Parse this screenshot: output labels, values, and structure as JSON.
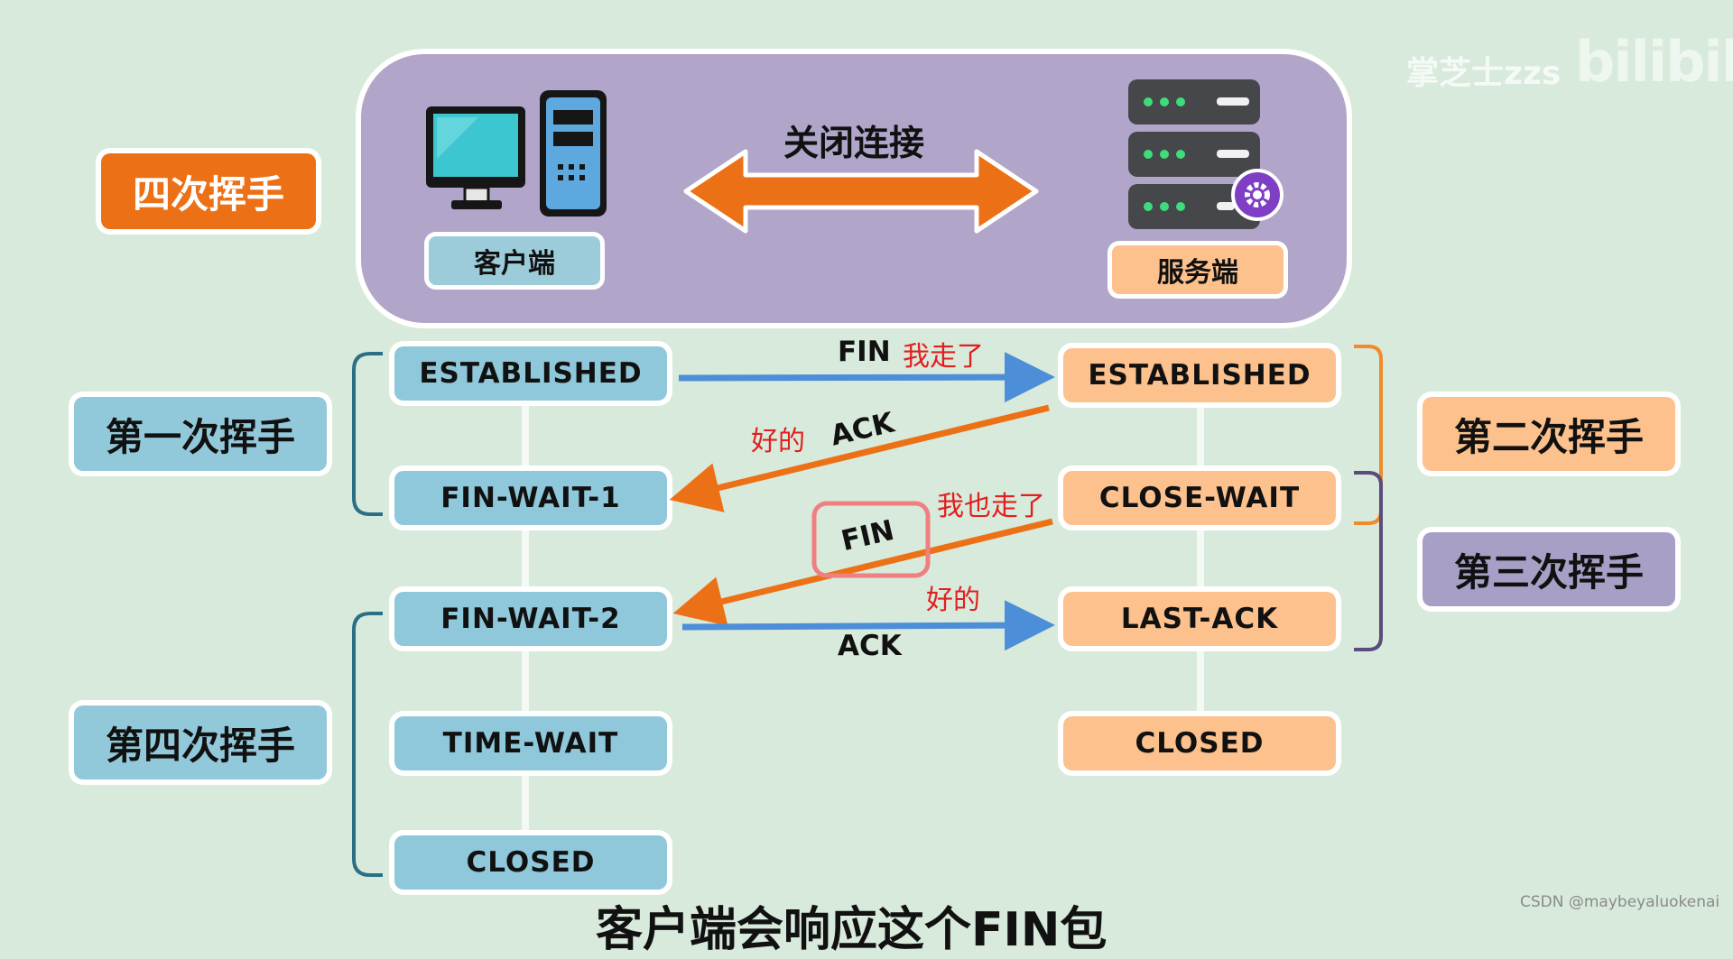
{
  "header": {
    "four_handshake": "四次挥手",
    "close_connection": "关闭连接",
    "client": "客户端",
    "server": "服务端"
  },
  "client_states": [
    "ESTABLISHED",
    "FIN-WAIT-1",
    "FIN-WAIT-2",
    "TIME-WAIT",
    "CLOSED"
  ],
  "server_states": [
    "ESTABLISHED",
    "CLOSE-WAIT",
    "LAST-ACK",
    "CLOSED"
  ],
  "handshakes": {
    "first": "第一次挥手",
    "second": "第二次挥手",
    "third": "第三次挥手",
    "fourth": "第四次挥手"
  },
  "messages": {
    "fin1_label": "FIN",
    "fin1_note": "我走了",
    "ack1_note": "好的",
    "ack1_label": "ACK",
    "fin2_note": "我也走了",
    "fin2_label": "FIN",
    "ack2_note": "好的",
    "ack2_label": "ACK"
  },
  "watermarks": {
    "author": "掌芝士zzs",
    "site": "bilibili",
    "csdn": "CSDN @maybeyaluokenai"
  },
  "subtitle": "客户端会响应这个FIN包",
  "colors": {
    "background": "#d8eadb",
    "panel": "#b1a6c9",
    "client_state": "#8ec8da",
    "server_state": "#fcc18d",
    "arrow_blue": "#4d8ed8",
    "arrow_orange": "#ec7116",
    "note_red": "#e21f1f"
  }
}
